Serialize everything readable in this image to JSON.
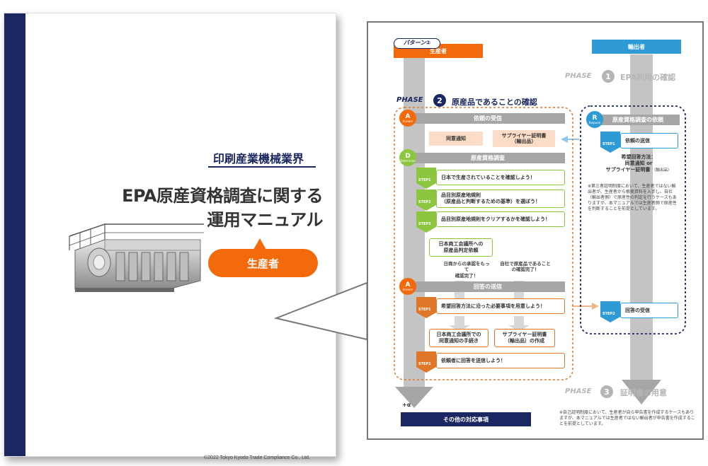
{
  "cover": {
    "industry": "印刷産業機械業界",
    "title_line1": "EPA原産資格調査に関する",
    "title_line2": "運用マニュアル",
    "badge": "生産者",
    "copyright": "©2022 Tokyo Kyodo Trade Compliance Co., Ltd."
  },
  "page": {
    "pattern_label": "パターン②",
    "producer_label": "生産者",
    "exporter_label": "輸出者",
    "phase1_word": "PHASE",
    "phase1_num": "1",
    "phase1_title": "EPA利用の確認",
    "phase2_word": "PHASE",
    "phase2_num": "2",
    "phase2_title": "原産品であることの確認",
    "phase3_word": "PHASE",
    "phase3_num": "3",
    "phase3_title": "証明書の用意",
    "a1_letter": "A",
    "a1_sub": "Answer",
    "a1_bar": "依頼の受信",
    "peach1": "同意通知",
    "peach2a": "サプライヤー証明書",
    "peach2b": "（輸出品）",
    "d_letter": "D",
    "d_sub": "Determine",
    "d_bar": "原産資格調査",
    "step_word": "STEP",
    "g1": "日本で生産されていることを確認しよう！",
    "g2a": "品目別原産地規則",
    "g2b": "（原産品と判断するための基準）を選ぼう！",
    "g3": "品目別原産地規則をクリアするかを確認しよう！",
    "cci_a": "日本商工会議所への",
    "cci_b": "原産品判定依頼",
    "note_l1": "日商からの承認をもって",
    "note_l2": "確認完了！",
    "note_r1": "自社で原産品であること",
    "note_r2": "の確認完了！",
    "a2_letter": "A",
    "a2_sub": "Answer",
    "a2_bar": "回答の送信",
    "o1": "希望回答方法に沿った必要事項を用意しよう！",
    "o2a": "日本商工会議所での",
    "o2b": "同意通知の手続き",
    "o3a": "サプライヤー証明書",
    "o3b": "（輸出品）の作成",
    "o4": "依頼者に回答を送信しよう！",
    "plus": "+α",
    "other_bar": "その他の対応事項",
    "r_letter": "R",
    "r_sub": "Request",
    "r_bar": "原産資格調査の依頼",
    "b1": "依頼の送信",
    "hope1": "希望回答方法：",
    "hope2": "同意通知 or",
    "hope3": "サプライヤー証明書",
    "hope3b": "（輸出品）",
    "r_note": "※第三者証明制度において、生産者ではない輸出者が、生産者から根拠資料を入手し、自社（輸出者側）で原産性の判定を行うケースもありますが、本マニュアルでは生産者側で原産性を判断することを前提としています。",
    "b2": "回答の受信",
    "bottom_note": "※自己証明制度において、生産者が自ら申告書を作成するケースもありますが、本マニュアルでは生産者ではない輸出者が申告書を作成することを前提としています。",
    "colors": {
      "orange": "#f26a0c",
      "navy": "#1b2760",
      "green": "#8cc63f",
      "blue": "#2e9bd6",
      "gray": "#a6a6a6"
    }
  }
}
